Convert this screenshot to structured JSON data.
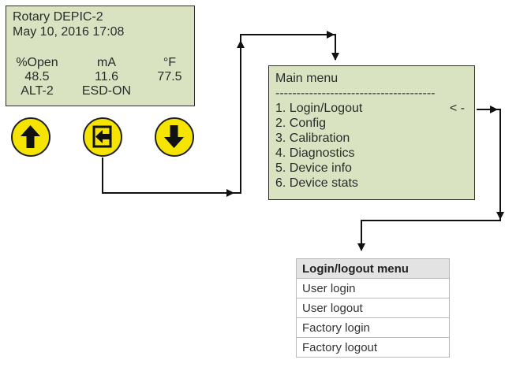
{
  "main_screen": {
    "title": "Rotary DEPIC-2",
    "datetime": "May 10, 2016 17:08",
    "columns": [
      {
        "header": "%Open",
        "value": "48.5",
        "status": "ALT-2"
      },
      {
        "header": "mA",
        "value": "11.6",
        "status": "ESD-ON"
      },
      {
        "header": "°F",
        "value": "77.5",
        "status": ""
      }
    ]
  },
  "buttons": {
    "up": "up-arrow",
    "enter": "enter",
    "down": "down-arrow"
  },
  "main_menu": {
    "title": "Main menu",
    "separator": "--------------------------------------",
    "cursor": "< -",
    "items": [
      "1. Login/Logout",
      "2. Config",
      "3. Calibration",
      "4. Diagnostics",
      "5. Device info",
      "6. Device stats"
    ]
  },
  "login_menu": {
    "title": "Login/logout menu",
    "items": [
      "User login",
      "User logout",
      "Factory login",
      "Factory logout"
    ]
  },
  "colors": {
    "lcd": "#d9e3c2",
    "button": "#f5e400",
    "outline": "#222222"
  }
}
